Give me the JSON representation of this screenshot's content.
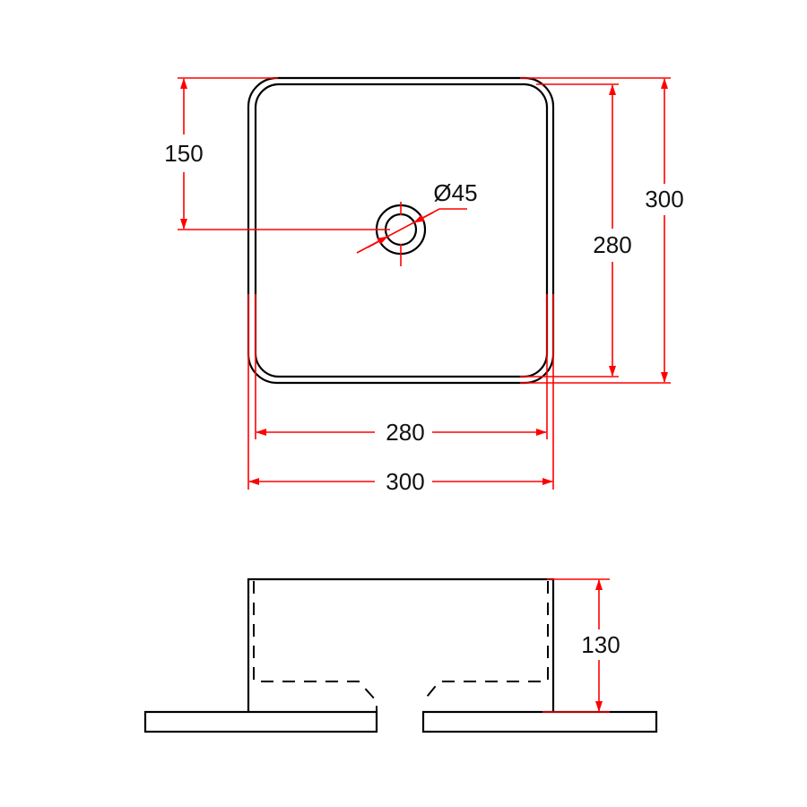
{
  "top_view": {
    "dim_drain_offset": "150",
    "dim_drain_diameter": "Ø45",
    "dim_inner_depth": "280",
    "dim_outer_depth": "300",
    "dim_inner_width": "280",
    "dim_outer_width": "300"
  },
  "side_view": {
    "dim_height": "130"
  },
  "colors": {
    "outline": "#000000",
    "dimension": "#ff0000"
  }
}
